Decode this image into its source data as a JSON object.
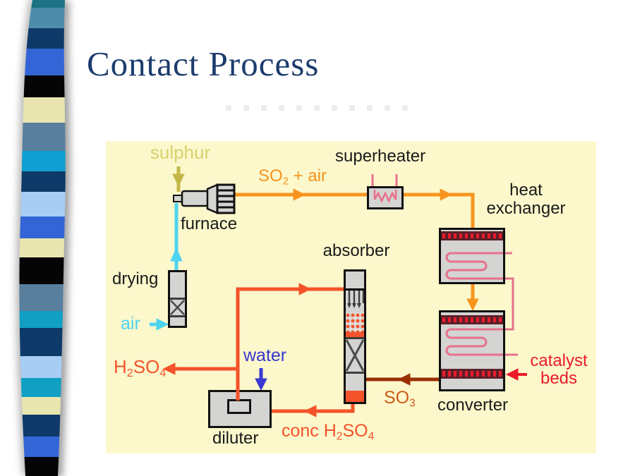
{
  "slide": {
    "title": "Contact Process"
  },
  "diagram": {
    "labels": {
      "sulphur": "sulphur",
      "furnace": "furnace",
      "superheater": "superheater",
      "heat_exchanger_line1": "heat",
      "heat_exchanger_line2": "exchanger",
      "absorber": "absorber",
      "drying": "drying",
      "air": "air",
      "water": "water",
      "diluter": "diluter",
      "converter": "converter",
      "catalyst_line1": "catalyst",
      "catalyst_line2": "beds",
      "so2_air": {
        "t1": "SO",
        "sub1": "2",
        "t2": " + air"
      },
      "so3": {
        "t1": "SO",
        "sub1": "3"
      },
      "h2so4": {
        "t1": "H",
        "sub1": "2",
        "t2": "SO",
        "sub2": "4"
      },
      "conc_h2so4": {
        "t1": "conc H",
        "sub1": "2",
        "t2": "SO",
        "sub2": "4"
      }
    }
  },
  "colors": {
    "title": "#1c3c6e",
    "diagram_bg": "#fcf8cc",
    "orange": "#f8941e",
    "red_orange": "#f4522a",
    "cyan": "#4fd4f0",
    "olive_text": "#d8d06e",
    "olive_arrow": "#c4b74a",
    "blue": "#3939cf",
    "pink": "#e8708c",
    "brown": "#9a3000",
    "red": "#ea1c2c",
    "dark_band": "#5c1f28",
    "box_gray": "#d4d4d2",
    "so3_text": "#d05a16"
  }
}
